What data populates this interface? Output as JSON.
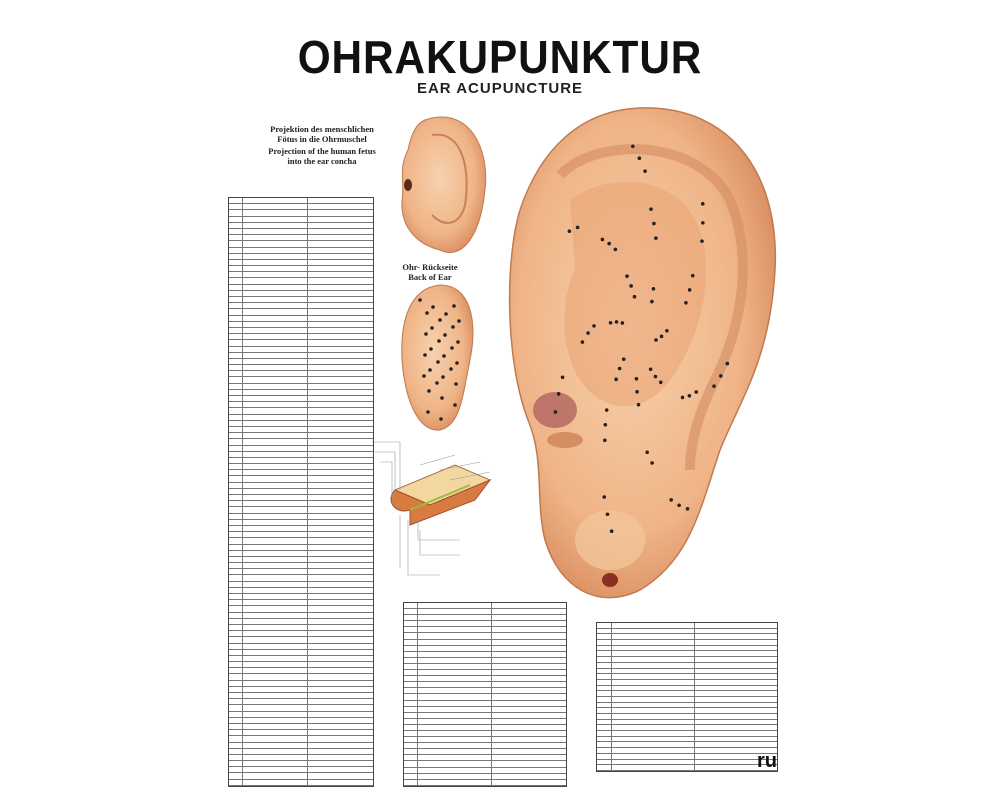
{
  "poster": {
    "title": "OHRAKUPUNKTUR",
    "subtitle": "EAR ACUPUNCTURE",
    "fetus_caption_de": "Projektion des menschlichen Fötus in die Ohrmuschel",
    "fetus_caption_en": "Projection of the human fetus into the ear concha",
    "back_caption_de": "Ohr- Rückseite",
    "back_caption_en": "Back of Ear",
    "logo": "ru",
    "colors": {
      "skin": "#f0b98a",
      "skin_dark": "#d88a5a",
      "point": "#222222"
    }
  }
}
